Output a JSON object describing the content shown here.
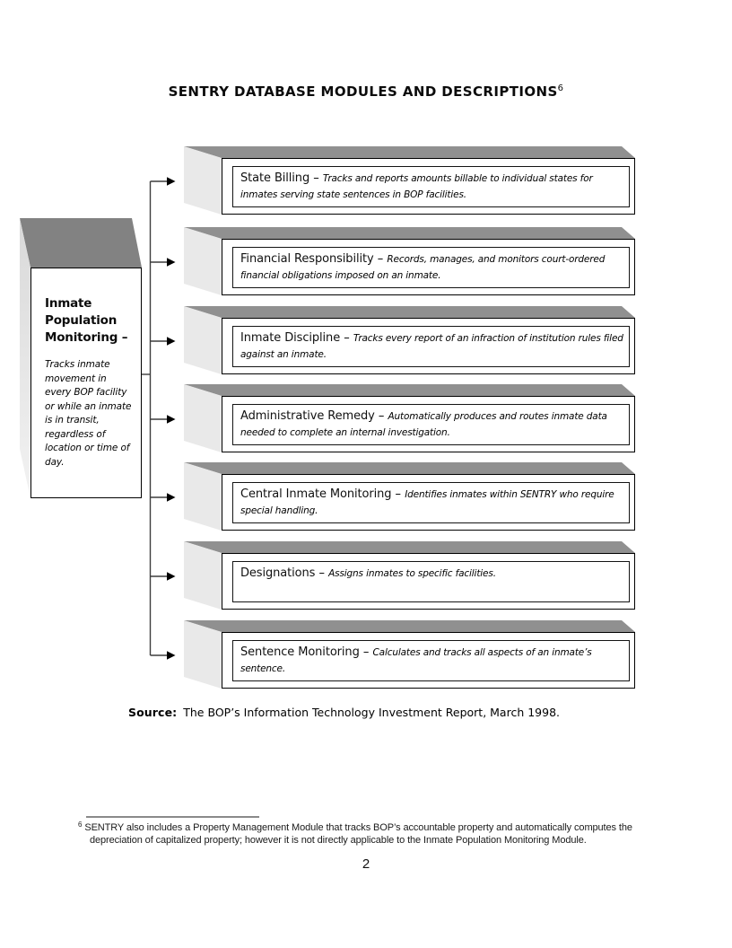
{
  "page": {
    "title": "SENTRY DATABASE MODULES AND DESCRIPTIONS",
    "title_footnote_ref": "6",
    "page_number": "2"
  },
  "dash": "–",
  "hub": {
    "title": "Inmate Population Monitoring –",
    "description": "Tracks inmate movement in every BOP facility or while an inmate is in transit, regardless of location or time of day."
  },
  "modules": [
    {
      "name": "State Billing",
      "description": "Tracks and reports amounts billable to individual states for inmates serving state sentences in BOP facilities."
    },
    {
      "name": "Financial Responsibility",
      "description": "Records, manages, and monitors court-ordered financial obligations imposed on an inmate."
    },
    {
      "name": "Inmate Discipline",
      "description": "Tracks every report of an infraction of institution rules filed against an inmate."
    },
    {
      "name": "Administrative Remedy",
      "description": "Automatically produces and routes inmate data needed to complete an internal investigation."
    },
    {
      "name": "Central Inmate Monitoring",
      "description": "Identifies inmates within SENTRY who require special handling."
    },
    {
      "name": "Designations",
      "description": "Assigns inmates to specific facilities."
    },
    {
      "name": "Sentence Monitoring",
      "description": "Calculates and tracks all aspects of an inmate’s sentence."
    }
  ],
  "source": {
    "label": "Source:",
    "text": "The BOP’s Information Technology Investment Report, March 1998."
  },
  "footnote": {
    "marker": "6",
    "text": "SENTRY also includes a Property Management Module that tracks BOP’s accountable property and automatically computes the depreciation of capitalized property; however it is not directly applicable to the Inmate Population Monitoring Module."
  },
  "colors": {
    "face_top": "#909090",
    "face_top_dark": "#828282",
    "face_side": "#e9e9e9",
    "line": "#3d3d3d"
  }
}
